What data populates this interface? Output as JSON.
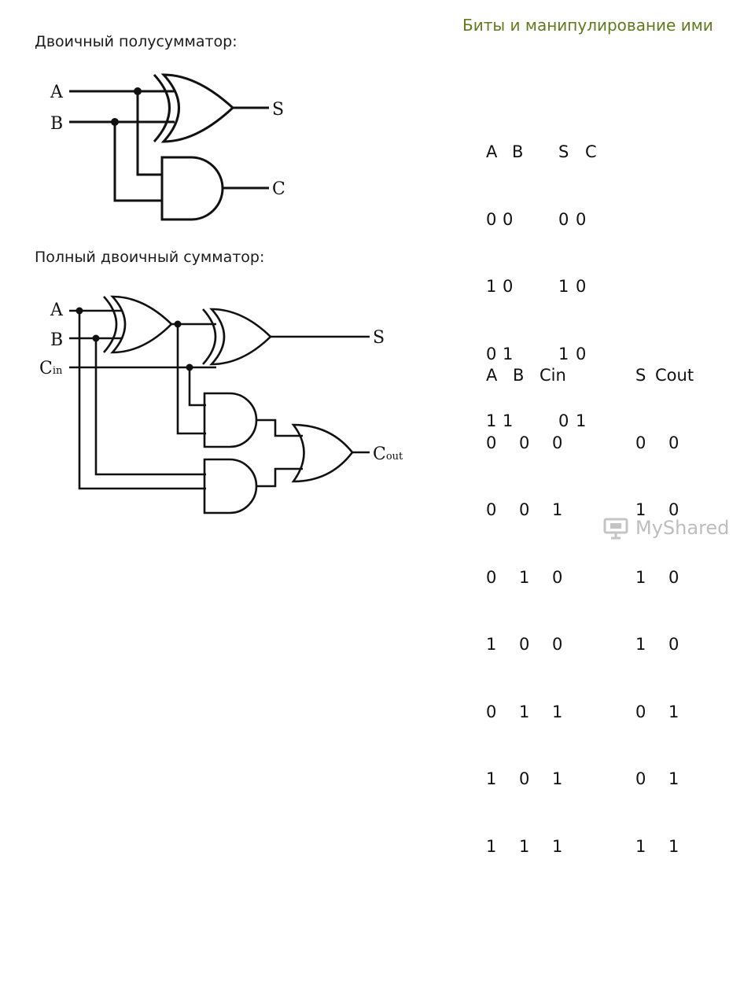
{
  "header": {
    "topic": "Биты и манипулирование ими",
    "half_title": "Двоичный полусумматор:",
    "full_title": "Полный двоичный сумматор:"
  },
  "half_adder": {
    "labels": {
      "a": "A",
      "b": "B",
      "s": "S",
      "c": "C"
    },
    "table": {
      "headers": [
        "A",
        "B",
        "S",
        "C"
      ],
      "rows": [
        [
          "0",
          "0",
          "0",
          "0"
        ],
        [
          "1",
          "0",
          "1",
          "0"
        ],
        [
          "0",
          "1",
          "1",
          "0"
        ],
        [
          "1",
          "1",
          "0",
          "1"
        ]
      ]
    }
  },
  "full_adder": {
    "labels": {
      "a": "A",
      "b": "B",
      "cin_main": "C",
      "cin_sub": "in",
      "s": "S",
      "cout_main": "C",
      "cout_sub": "out"
    },
    "table": {
      "headers": [
        "A",
        "B",
        "Cin",
        "S",
        "Cout"
      ],
      "rows": [
        [
          "0",
          "0",
          "0",
          "0",
          "0"
        ],
        [
          "0",
          "0",
          "1",
          "1",
          "0"
        ],
        [
          "0",
          "1",
          "0",
          "1",
          "0"
        ],
        [
          "1",
          "0",
          "0",
          "1",
          "0"
        ],
        [
          "0",
          "1",
          "1",
          "0",
          "1"
        ],
        [
          "1",
          "0",
          "1",
          "0",
          "1"
        ],
        [
          "1",
          "1",
          "1",
          "1",
          "1"
        ]
      ]
    }
  },
  "watermark": {
    "text": "MyShared"
  }
}
